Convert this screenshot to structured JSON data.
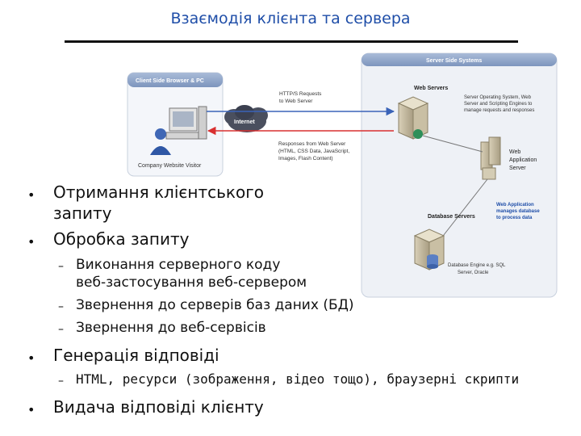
{
  "title": "Взаємодія клієнта та сервера",
  "diagram": {
    "client_panel_label": "Client Side Browser & PC",
    "server_panel_label": "Server Side Systems",
    "visitor_label": "Company Website Visitor",
    "internet_label": "Internet",
    "request_label_1": "HTTP/S Requests",
    "request_label_2": "to Web Server",
    "response_label_1": "Responses from Web Server",
    "response_label_2": "(HTML, CSS Data, JavaScript,",
    "response_label_3": "Images, Flash Content)",
    "web_servers_label": "Web Servers",
    "web_servers_desc_1": "Server Operating System, Web",
    "web_servers_desc_2": "Server and Scripting Engines to",
    "web_servers_desc_3": "manage requests and responses",
    "app_server_label_1": "Web",
    "app_server_label_2": "Application",
    "app_server_label_3": "Server",
    "app_note_1": "Web Application",
    "app_note_2": "manages database",
    "app_note_3": "to process data",
    "db_servers_label": "Database Servers",
    "db_desc_1": "Database Engine e.g. SQL",
    "db_desc_2": "Server, Oracle"
  },
  "bullets": {
    "item1_line1": "Отримання клієнтського",
    "item1_line2": "запиту",
    "item2": "Обробка запиту",
    "item2_sub1_line1": "Виконання серверного коду",
    "item2_sub1_line2": "веб-застосування веб-сервером",
    "item2_sub2": "Звернення до серверів баз даних (БД)",
    "item2_sub3": "Звернення до веб-сервісів",
    "item3": "Генерація відповіді",
    "item3_sub1": "HTML, ресурси (зображення, відео тощо), браузерні скрипти",
    "item4": "Видача відповіді клієнту"
  },
  "colors": {
    "title": "#1f4ea8",
    "request_arrow": "#3a63b8",
    "response_arrow": "#d93030",
    "panel_header": "#8aa0c4"
  }
}
